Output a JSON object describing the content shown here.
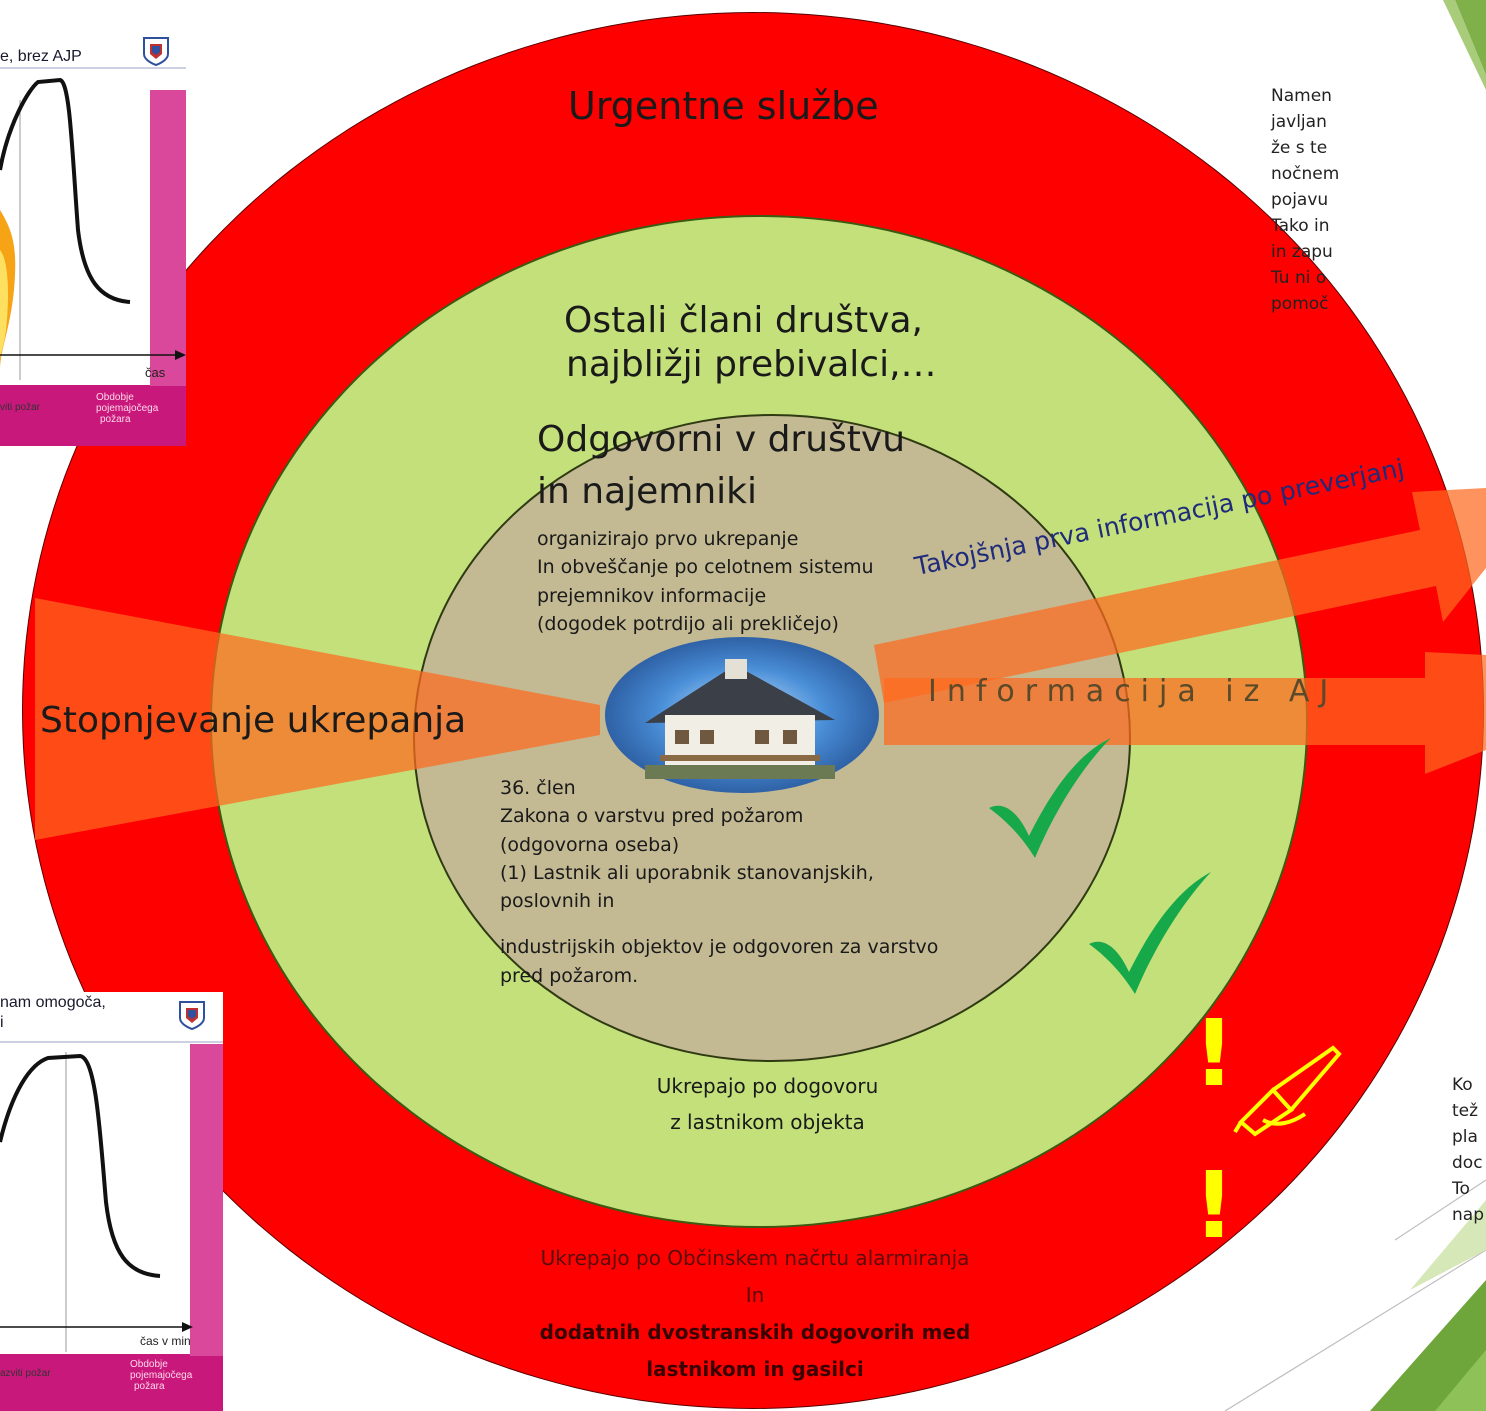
{
  "circles": {
    "outer": {
      "title": "Urgentne službe",
      "note_line1": "Ukrepajo po Občinskem načrtu alarmiranja",
      "note_line2": "In",
      "note_bold_line1": "dodatnih dvostranskih dogovorih med",
      "note_bold_line2": "lastnikom in gasilci",
      "color": "#ff0000"
    },
    "middle": {
      "title_line1": "Ostali člani društva,",
      "title_line2": "najbližji prebivalci,…",
      "note_line1": "Ukrepajo po dogovoru",
      "note_line2": "z lastnikom objekta",
      "color": "#c3e07a"
    },
    "inner": {
      "title_line1": "Odgovorni v društvu",
      "title_line2": "in najemniki",
      "desc": [
        "organizirajo prvo ukrepanje",
        "In obveščanje po celotnem sistemu",
        "prejemnikov informacije",
        "(dogodek potrdijo ali prekličejo)"
      ],
      "law": [
        "36. člen",
        "Zakona o varstvu pred požarom",
        "(odgovorna oseba)",
        "(1) Lastnik ali uporabnik stanovanjskih,",
        "poslovnih in",
        "industrijskih objektov je odgovoren za varstvo",
        "pred požarom."
      ],
      "color": "#c3b993"
    }
  },
  "arrows": {
    "escalation": "Stopnjevanje ukrepanja",
    "first_info": "Takojšnja prva informacija po preverjanj",
    "info_ajp": "Informacija iz AJ"
  },
  "thumbnails": {
    "top": {
      "title": "e, brez AJP",
      "time_label": "čas",
      "label_left": "viti požar",
      "label_right_1": "Obdobje",
      "label_right_2": "pojemajočega",
      "label_right_3": "požara"
    },
    "bottom": {
      "title_1": "nam omogoča,",
      "title_2": "i",
      "time_label": "čas v min",
      "label_left": "azviti požar",
      "label_right_1": "Obdobje",
      "label_right_2": "pojemajočega",
      "label_right_3": "požara"
    }
  },
  "right_panel": {
    "top": [
      "Namen",
      "javljan",
      "že s te",
      "nočnem",
      "pojavu",
      "Tako in",
      "in zapu",
      "Tu ni o",
      "pomoč"
    ],
    "bottom": [
      "Ko",
      "tež",
      "pla",
      "doc",
      "To",
      "nap"
    ]
  },
  "marks": {
    "check_color": "#1aaa48",
    "exclaim_color": "#ffff00",
    "exclaim": "!",
    "pen_icon": "writing-hand-icon"
  }
}
